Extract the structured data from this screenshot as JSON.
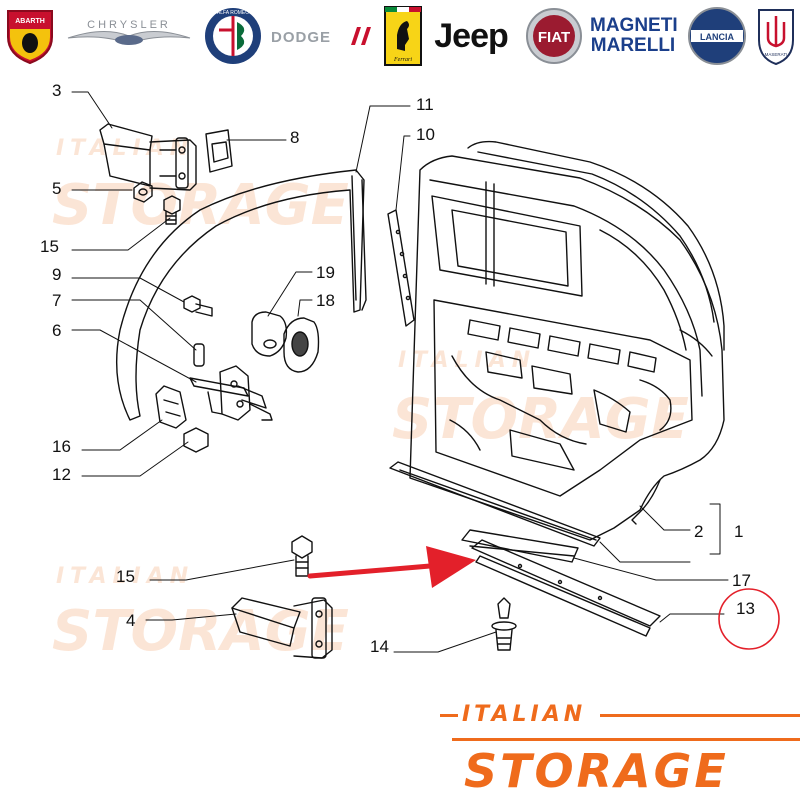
{
  "brands": [
    {
      "id": "abarth",
      "label": "ABARTH",
      "color": "#c8102e"
    },
    {
      "id": "chrysler",
      "label": "CHRYSLER",
      "color": "#8a8f96"
    },
    {
      "id": "alfa-romeo",
      "label": "ALFA ROMEO",
      "color": "#0a6b3a"
    },
    {
      "id": "dodge",
      "label": "DODGE",
      "color": "#9aa0a6"
    },
    {
      "id": "ferrari",
      "label": "Ferrari",
      "color": "#f7d417"
    },
    {
      "id": "jeep",
      "label": "Jeep",
      "color": "#111111"
    },
    {
      "id": "fiat",
      "label": "FIAT",
      "color": "#9b1b30"
    },
    {
      "id": "magneti-marelli",
      "label": "MAGNETI MARELLI",
      "color": "#1b3f8b"
    },
    {
      "id": "lancia",
      "label": "LANCIA",
      "color": "#1f3f7a"
    },
    {
      "id": "maserati",
      "label": "MASERATI",
      "color": "#1f2f5a"
    }
  ],
  "callouts": {
    "c1": "1",
    "c2": "2",
    "c3": "3",
    "c4": "4",
    "c5": "5",
    "c6": "6",
    "c7": "7",
    "c8": "8",
    "c9": "9",
    "c10": "10",
    "c11": "11",
    "c12": "12",
    "c13": "13",
    "c14": "14",
    "c15a": "15",
    "c15b": "15",
    "c16": "16",
    "c17": "17",
    "c18": "18",
    "c19": "19"
  },
  "watermark": {
    "top": "ITALIAN",
    "main": "STORAGE"
  },
  "footer": {
    "top": "ITALIAN",
    "main": "STORAGE"
  },
  "colors": {
    "accent": "#ef6b1c",
    "highlight": "#e3202a",
    "line": "#111111"
  }
}
